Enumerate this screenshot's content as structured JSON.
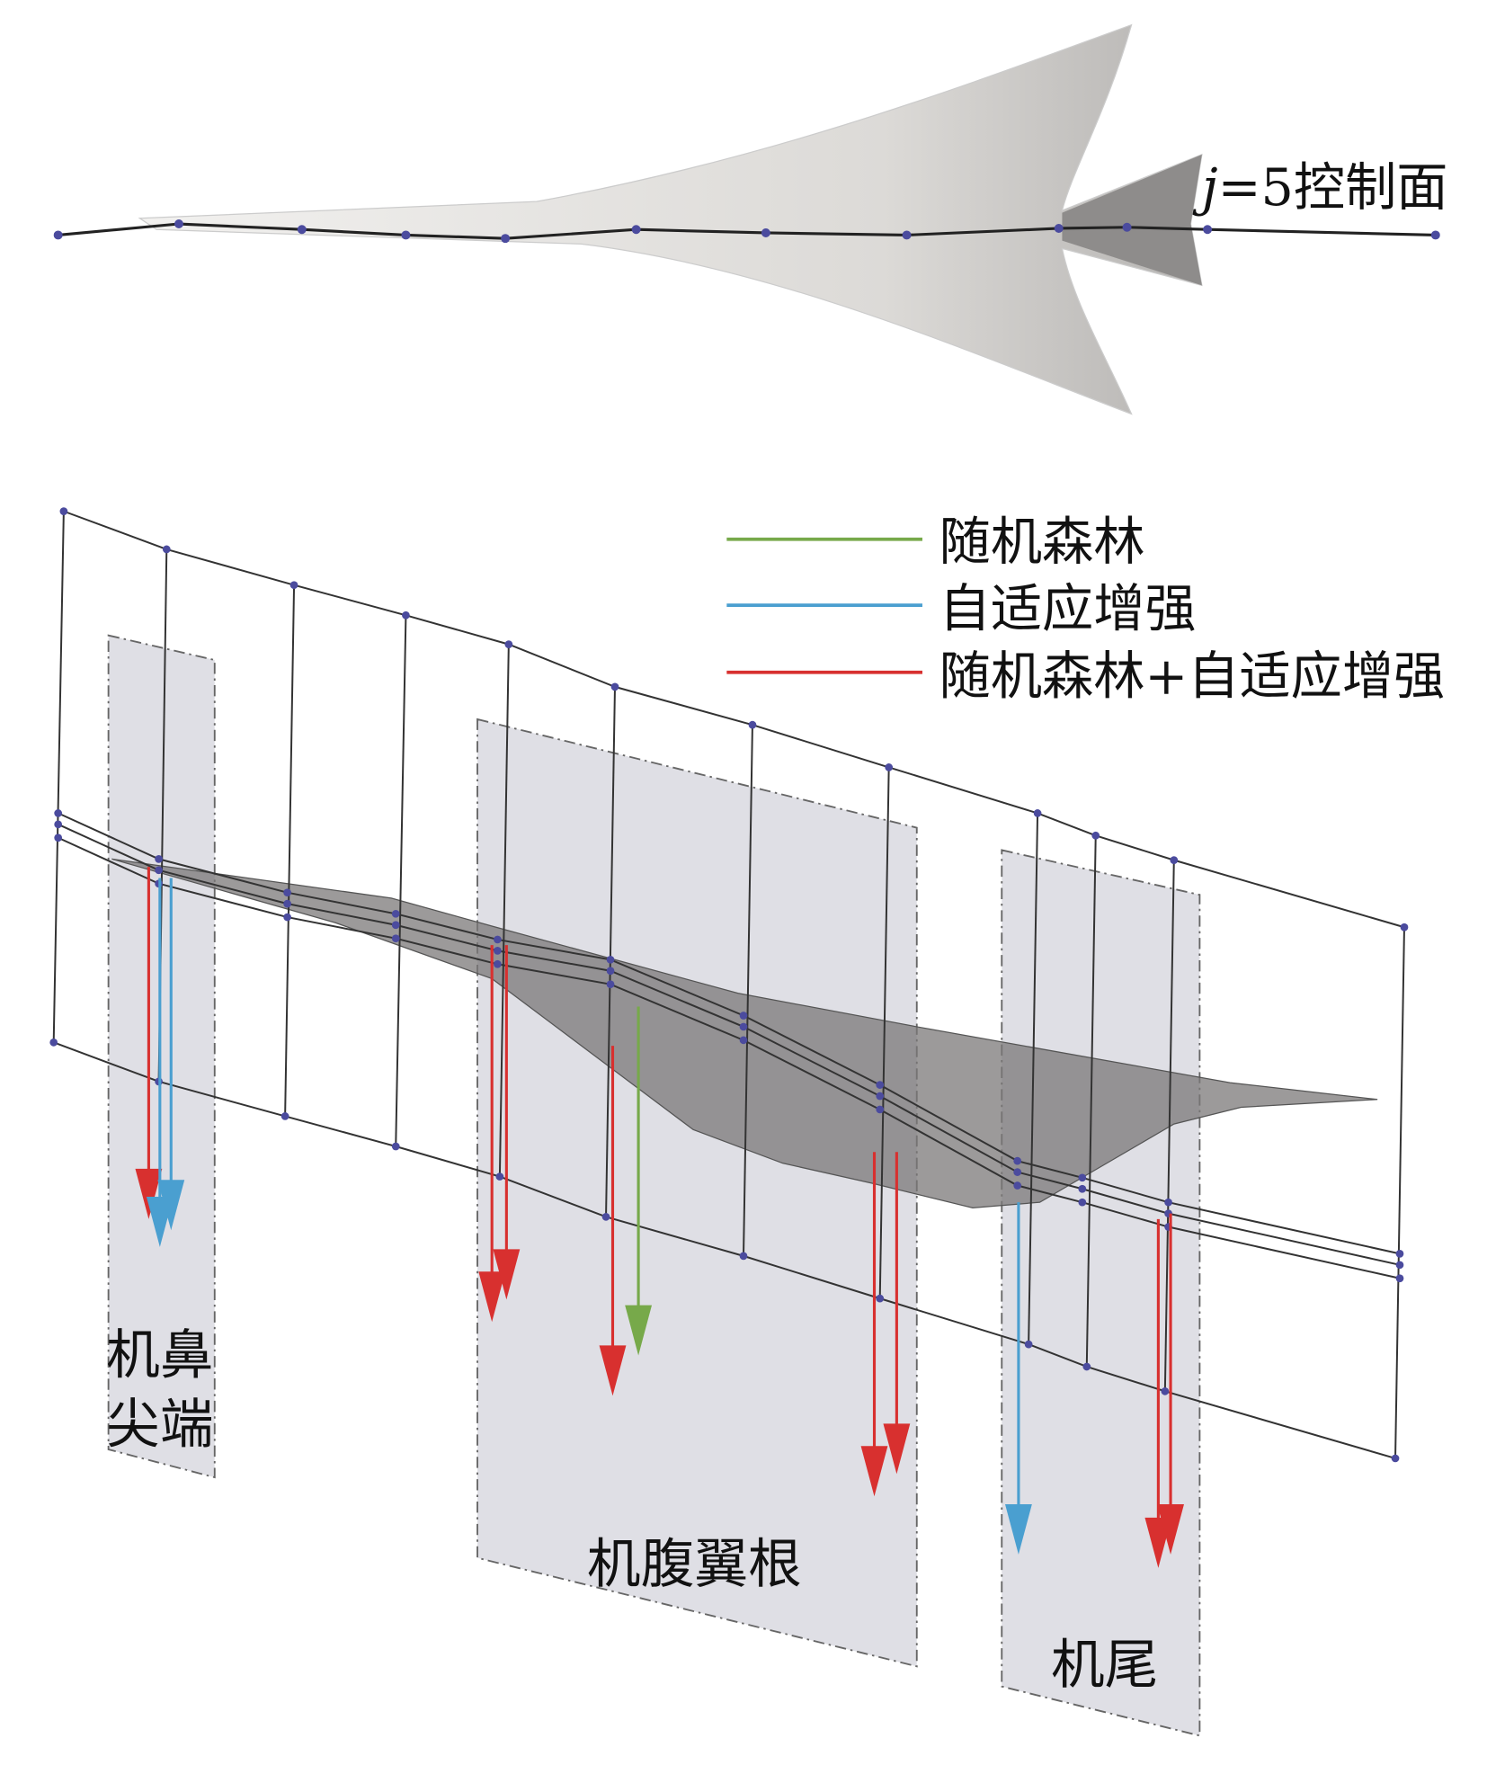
{
  "top_view": {
    "control_surface_label_italic": "j",
    "control_surface_label_rest": "=5控制面"
  },
  "legend": [
    {
      "label": "随机森林",
      "color": "#77a94a"
    },
    {
      "label": "自适应增强",
      "color": "#4a9fd0"
    },
    {
      "label": "随机森林+自适应增强",
      "color": "#d8302f"
    }
  ],
  "regions": {
    "nose_line1": "机鼻",
    "nose_line2": "尖端",
    "belly_wing_root": "机腹翼根",
    "tail": "机尾"
  },
  "colors": {
    "control_point": "#4b4b9e",
    "panel": "#d9d9e1",
    "aircraft": "#8a8a8a"
  }
}
